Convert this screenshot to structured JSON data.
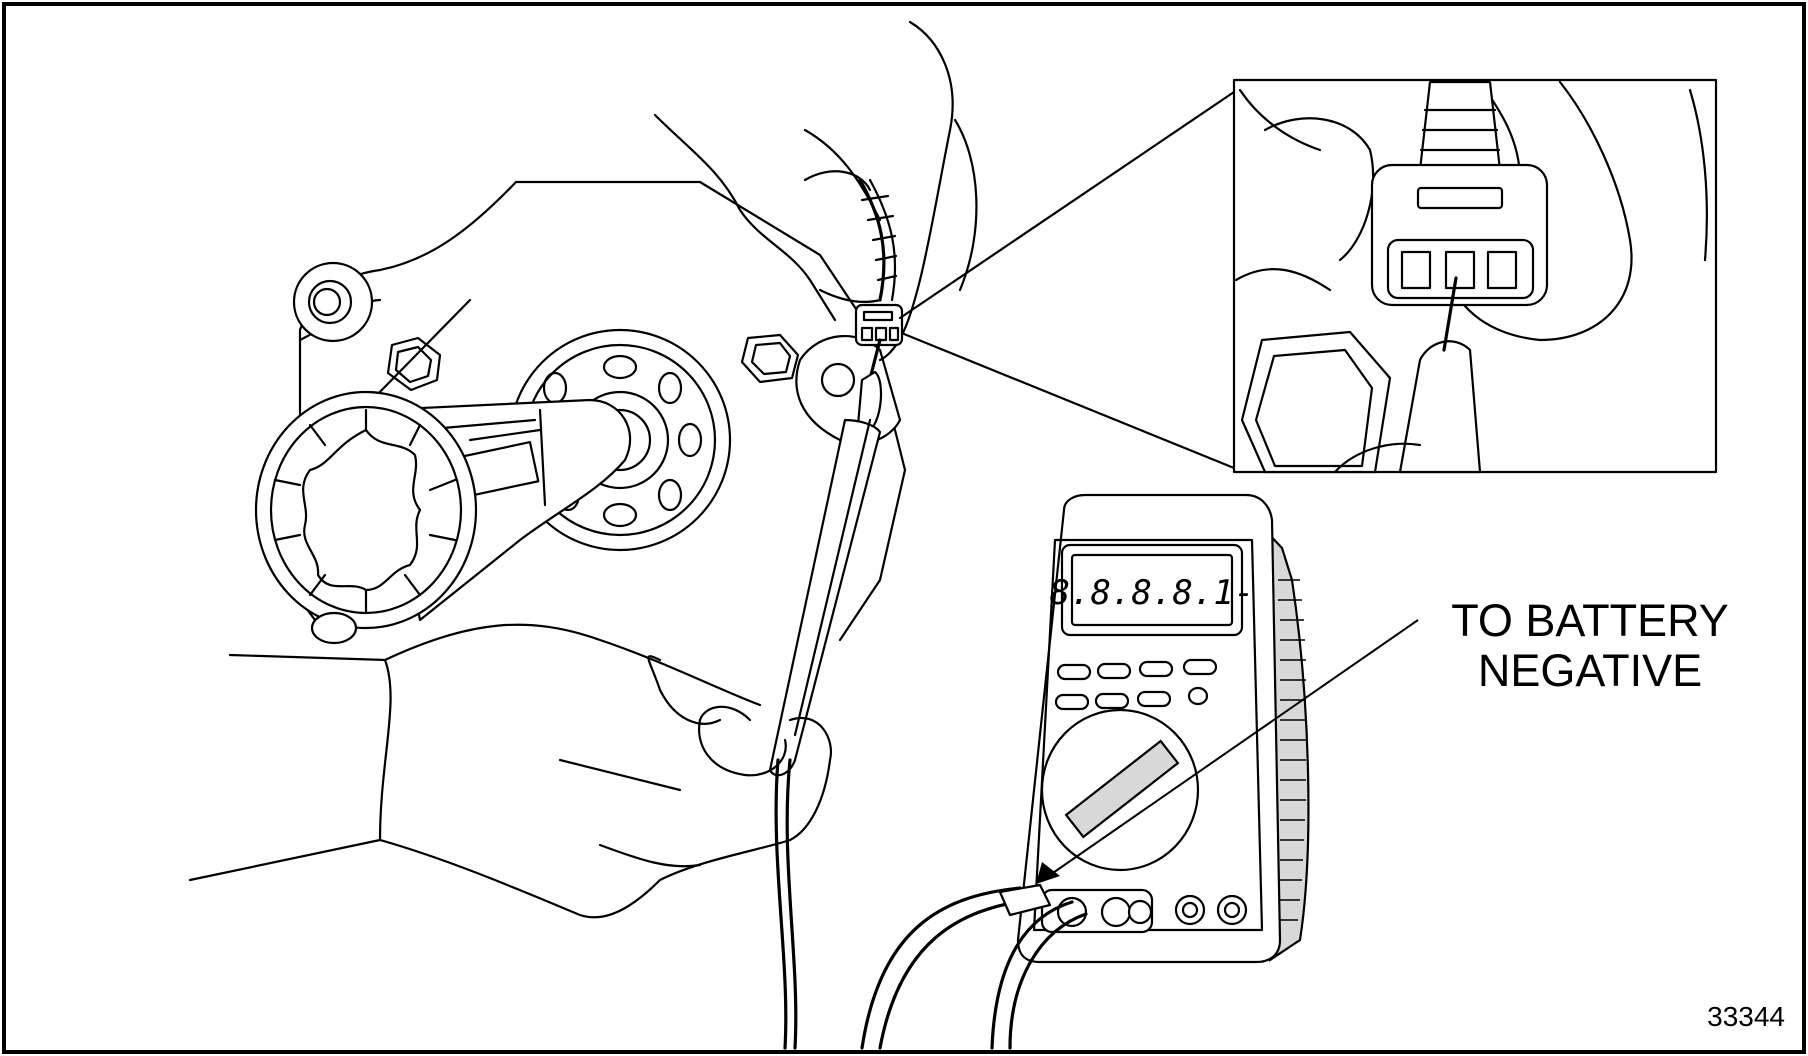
{
  "callout": {
    "line1": "TO BATTERY",
    "line2": "NEGATIVE"
  },
  "figure_number": "33344",
  "meter": {
    "display_reading": "8.8.8.8.1-"
  },
  "colors": {
    "line": "#000000",
    "background": "#ffffff",
    "meter_shade": "#d8d8d8"
  },
  "icons": [
    "alternator-illustration",
    "hand-illustration",
    "multimeter-icon",
    "connector-icon",
    "probe-icon"
  ]
}
